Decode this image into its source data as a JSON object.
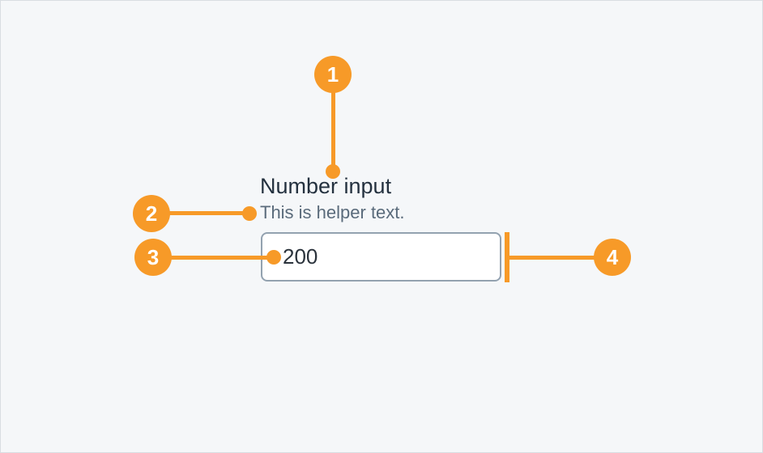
{
  "page": {
    "background": "#f5f7f9",
    "border_color": "#d9dde2"
  },
  "component": {
    "label": "Number input",
    "helper_text": "This is helper text.",
    "input_value": "200"
  },
  "annotations": {
    "accent_color": "#f79a28",
    "items": [
      {
        "number": "1"
      },
      {
        "number": "2"
      },
      {
        "number": "3"
      },
      {
        "number": "4"
      }
    ]
  }
}
